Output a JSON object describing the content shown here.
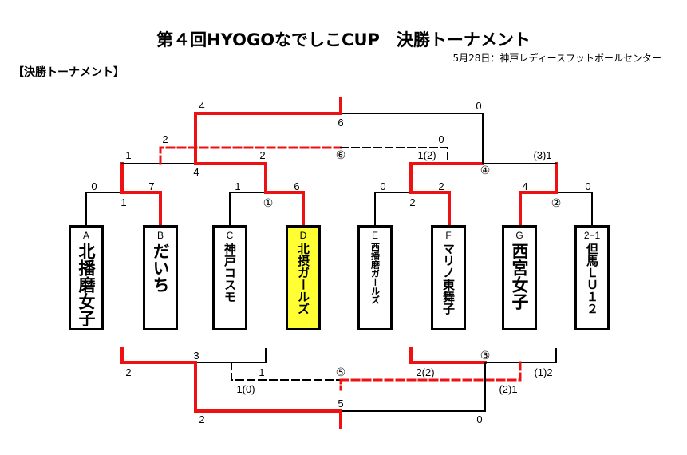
{
  "title": "第４回HYOGOなでしこCUP　決勝トーナメント",
  "subtitle": "5月28日：神戸レディースフットボールセンター",
  "section": "【決勝トーナメント】",
  "colors": {
    "winner": "#ee1111",
    "loser": "#000000",
    "highlight": "#ffff33"
  },
  "teams": [
    {
      "id": "A",
      "name": "北播磨女子"
    },
    {
      "id": "B",
      "name": "だいち"
    },
    {
      "id": "C",
      "name": "神戸コスモ"
    },
    {
      "id": "D",
      "name": "北摂ガールズ",
      "highlight": true
    },
    {
      "id": "E",
      "name": "西播磨ガールズ"
    },
    {
      "id": "F",
      "name": "マリノ東舞子"
    },
    {
      "id": "G",
      "name": "西宮女子"
    },
    {
      "id": "2−1",
      "name": "但馬ＬＵ１２"
    }
  ],
  "matches": {
    "m1": {
      "label": "①"
    },
    "m2": {
      "label": "②"
    },
    "m3": {
      "label": "③"
    },
    "m4": {
      "label": "④"
    },
    "m5": {
      "label": "⑤"
    },
    "m6": {
      "label": "⑥"
    }
  },
  "scores": {
    "r1_a": "0",
    "r1_b": "7",
    "r1_c": "1",
    "r1_d": "6",
    "r1_e": "0",
    "r1_f": "2",
    "r1_g": "4",
    "r1_h": "0",
    "r1_ab_marker": "1",
    "r1_ef_marker": "2",
    "sf_left_l": "1",
    "sf_left_r": "2",
    "sf_left_center": "4",
    "sf_right_l": "1(2)",
    "sf_right_r": "(3)1",
    "m6_l": "2",
    "m6_r": "0",
    "final_l": "4",
    "final_r": "0",
    "final_center": "6",
    "m3_center": "3",
    "m3_l": "2(2)",
    "m3_r": "(1)2",
    "bl_center": "3",
    "bl_l": "2",
    "bl_r": "1",
    "m5_l": "1(0)",
    "m5_r": "(2)1",
    "m7_l": "2",
    "m7_r": "0",
    "m7_center": "5"
  }
}
